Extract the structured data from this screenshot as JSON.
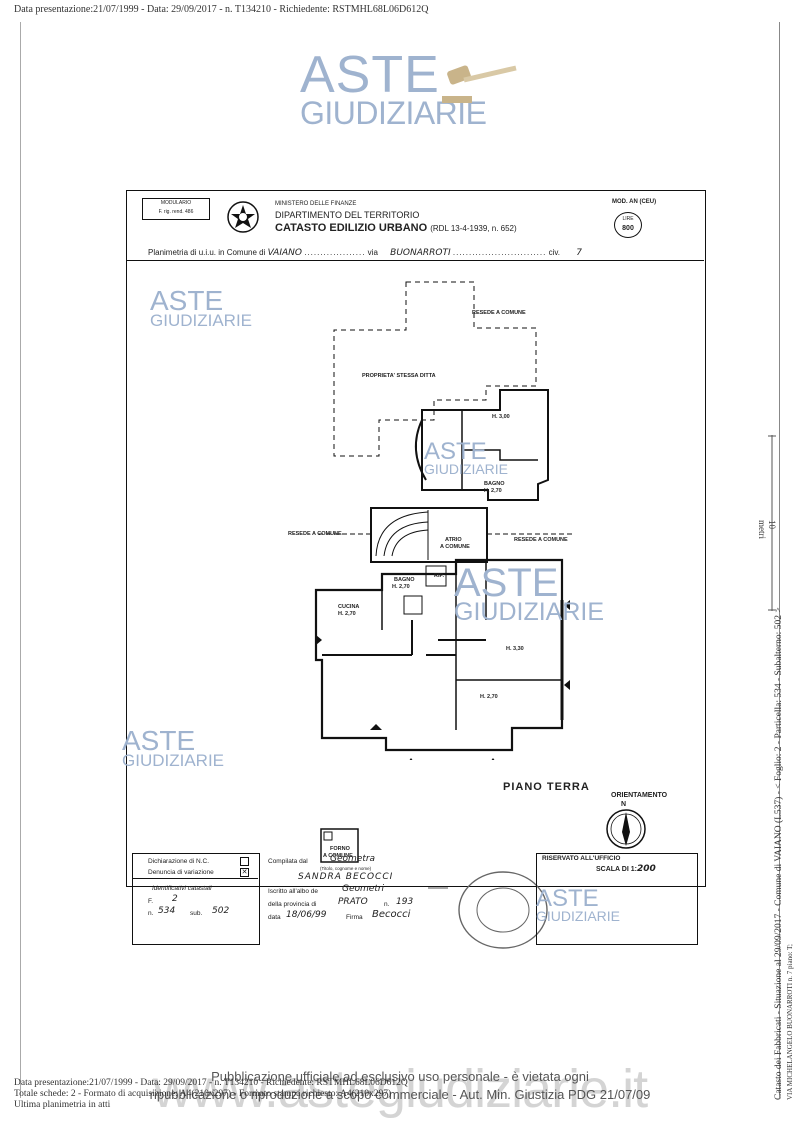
{
  "header_line": "Data presentazione:21/07/1999 - Data: 29/09/2017 - n. T134210 - Richiedente: RSTMHL68L06D612Q",
  "form": {
    "box_line1": "MODULARIO",
    "box_line2": "F. rig. rend. 486",
    "ministry": "MINISTERO DELLE FINANZE",
    "department": "DIPARTIMENTO DEL TERRITORIO",
    "catasto": "CATASTO EDILIZIO URBANO",
    "catasto_law": "(RDL 13-4-1939, n. 652)",
    "mod": "MOD. AN (CEU)",
    "lire_label": "LIRE",
    "lire_value": "800",
    "plan_prefix": "Planimetria di u.i.u. in Comune di",
    "comune": "VAIANO",
    "via_label": "via",
    "via": "BUONARROTI",
    "civ_label": "civ.",
    "civ": "7"
  },
  "rooms": {
    "resede_top": "RESEDE A COMUNE",
    "proprieta": "PROPRIETA' STESSA DITTA",
    "h300": "H. 3,00",
    "bagno_top": "BAGNO",
    "bagno_top_h": "H. 2,70",
    "resede_left": "RESEDE A COMUNE",
    "atrio": "ATRIO",
    "atrio2": "A COMUNE",
    "resede_right": "RESEDE A COMUNE",
    "bagno": "BAGNO",
    "bagno_h": "H. 2,70",
    "rip": "RIP.",
    "cucina": "CUCINA",
    "cucina_h": "H. 2,70",
    "h330": "H. 3,30",
    "h270": "H. 2,70",
    "forno": "FORNO",
    "forno2": "A COMUNE"
  },
  "piano": "PIANO TERRA",
  "orientamento": "ORIENTAMENTO",
  "north": "N",
  "scala": "SCALA DI 1:",
  "scala_value": "200",
  "footer": {
    "dich_nc": "Dichiarazione di N.C.",
    "denuncia": "Denuncia di variazione",
    "ident": "Identificativi catastali",
    "f_label": "F.",
    "f_value": "2",
    "n_label": "n.",
    "n_value": "534",
    "sub_label": "sub.",
    "sub_value": "502",
    "compilata": "Compilata dal",
    "compilata_value": "Geometra",
    "titolo_note": "(Titolo, cognome e nome)",
    "nome": "SANDRA BECOCCI",
    "iscritto": "Iscritto all'albo de",
    "albo_value": "Geometri",
    "provincia": "della provincia di",
    "prov_value": "PRATO",
    "n2_label": "n.",
    "n2_value": "193",
    "data_label": "data",
    "data_value": "18/06/99",
    "firma_label": "Firma",
    "firma_value": "Becocci",
    "riservato": "RISERVATO ALL'UFFICIO"
  },
  "watermark": {
    "aste": "ASTE",
    "giudiziarie": "GIUDIZIARIE",
    "url": "www.astegiudiziarie.it",
    "pub1": "Pubblicazione ufficiale ad esclusivo uso personale - è vietata ogni",
    "pub2": "ripubblicazione o riproduzione a scopo commerciale - Aut. Min. Giustizia PDG 21/07/09"
  },
  "bottom": {
    "line1": "Data presentazione:21/07/1999 - Data: 29/09/2017 - n. T134210 - Richiedente: RSTMHL68L06D612Q",
    "line2": "Totale schede: 2 - Formato di acquisizione: A4(210x297) - Formato stampa richiesto: A4(210x297)",
    "line3": "Ultima planimetria in atti"
  },
  "side": {
    "vertical": "Catasto dei Fabbricati - Situazione al 29/09/2017 - Comune di VAIANO (L537) - < Foglio: 2 - Particella: 534 - Subalterno: 502 >",
    "vertical2": "VIA MICHELANGELO BUONARROTI n. 7 piano: T;",
    "scale10": "10 metri"
  }
}
